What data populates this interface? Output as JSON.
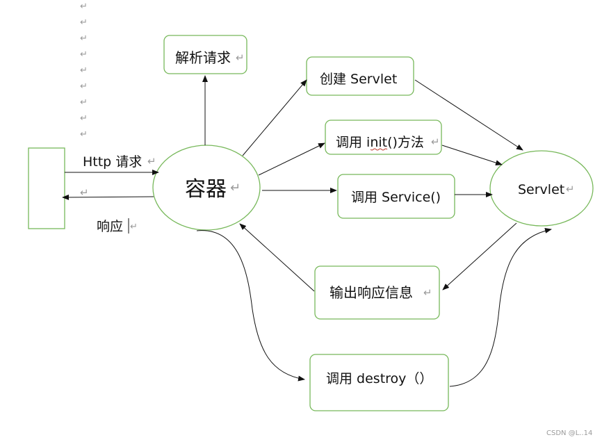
{
  "diagram": {
    "nodes": {
      "parse_request": "解析请求",
      "create_servlet": "创建 Servlet",
      "call_init": "调用 init()方法",
      "call_service": "调用 Service()",
      "output_response": "输出响应信息",
      "call_destroy": "调用 destroy（）",
      "container": "容器",
      "servlet": "Servlet",
      "client": ""
    },
    "edge_labels": {
      "http_request": "Http 请求",
      "response": "响应"
    },
    "paragraph_mark": "↵",
    "border_color": "#77b85a",
    "line_color": "#111111"
  },
  "watermark": "CSDN @L..14"
}
